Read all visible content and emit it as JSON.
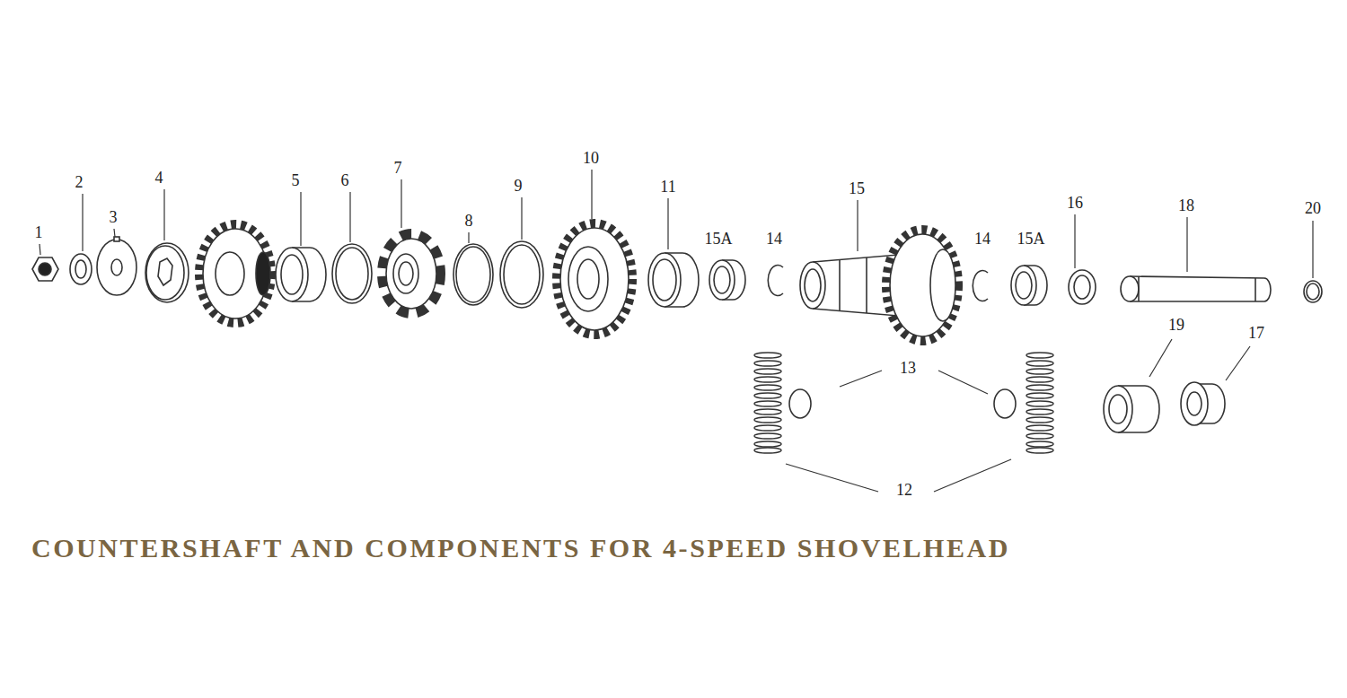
{
  "diagram": {
    "title": "COUNTERSHAFT AND COMPONENTS FOR 4-SPEED SHOVELHEAD",
    "labels": [
      "1",
      "2",
      "3",
      "4",
      "5",
      "6",
      "7",
      "8",
      "9",
      "10",
      "11",
      "15A",
      "14",
      "15",
      "14",
      "15A",
      "16",
      "18",
      "20",
      "19",
      "17",
      "13",
      "12"
    ]
  }
}
